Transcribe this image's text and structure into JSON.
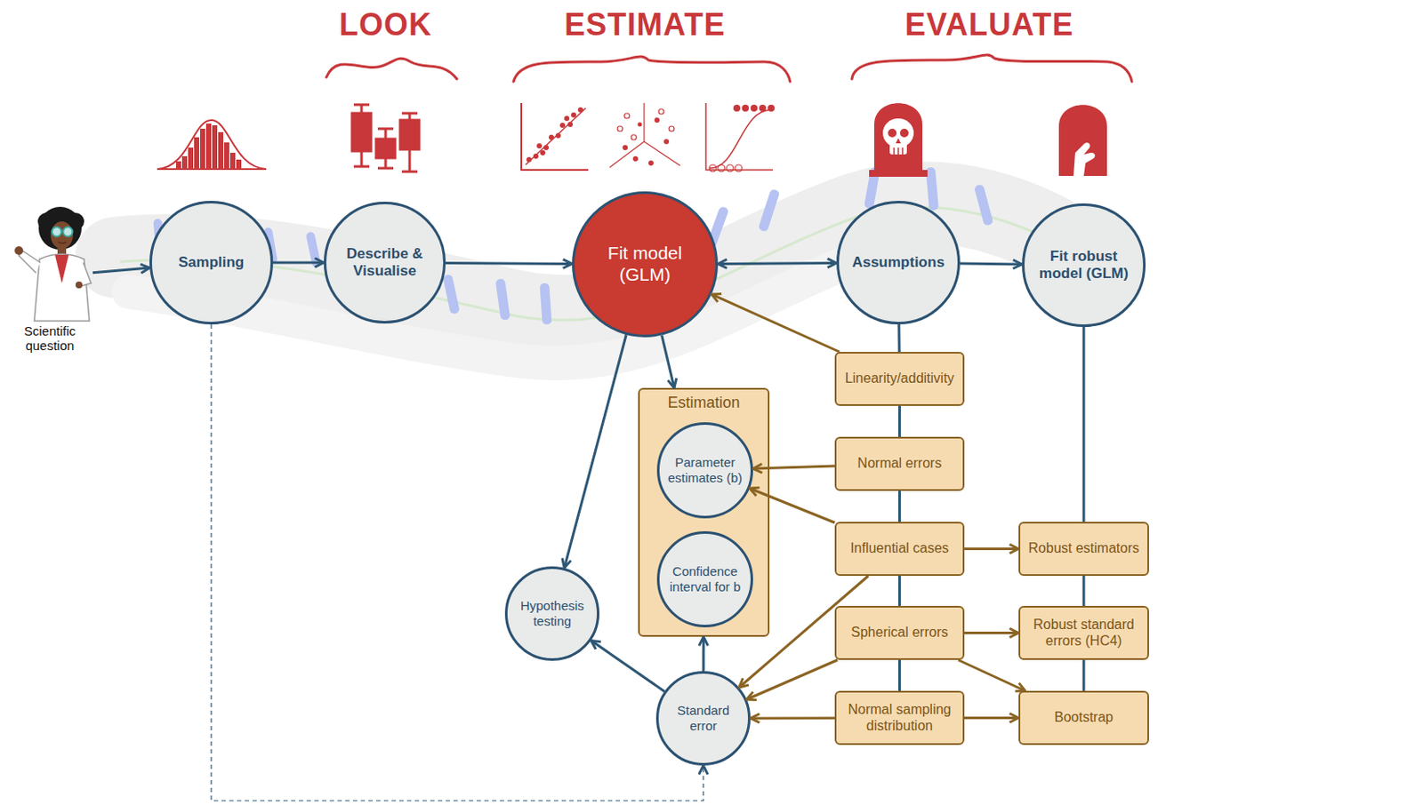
{
  "diagram": {
    "nodes": [
      {
        "text": [
          "Scientific question"
        ]
      },
      {
        "text": [
          "Sampling"
        ]
      },
      {
        "text": [
          "Describe & Visualise"
        ]
      },
      {
        "text": [
          "Fit model (GLM)"
        ]
      },
      {
        "text": [
          "Assumptions"
        ]
      },
      {
        "text": [
          "Fit robust model (GLM)"
        ]
      },
      {
        "text": [
          "Linearity/additivity"
        ]
      },
      {
        "text": [
          "Estimation"
        ]
      },
      {
        "text": [
          "Parameter estimates (b)"
        ],
        "in": 7
      },
      {
        "text": [
          "Normal errors"
        ]
      },
      {
        "text": [
          "Influential cases"
        ]
      },
      {
        "text": [
          "Robust estimators"
        ]
      },
      {
        "text": [
          "Confidence interval for b"
        ],
        "in": 7
      },
      {
        "text": [
          "Hypothesis testing"
        ]
      },
      {
        "text": [
          "Spherical errors"
        ]
      },
      {
        "text": [
          "Robust standard errors (HC4)"
        ]
      },
      {
        "text": [
          "Standard error"
        ]
      },
      {
        "text": [
          "Normal sampling distribution"
        ]
      },
      {
        "text": [
          "Bootstrap"
        ]
      }
    ],
    "edges": [
      {
        "from": 0,
        "to": 1,
        "arrow": "to"
      },
      {
        "from": 1,
        "to": 2,
        "arrow": "to"
      },
      {
        "from": 2,
        "to": 3,
        "arrow": "to"
      },
      {
        "from": 3,
        "to": 4,
        "arrow": "both"
      },
      {
        "from": 4,
        "to": 5,
        "arrow": "to"
      },
      {
        "from": 4,
        "to": 6,
        "arrow": "none"
      },
      {
        "from": 6,
        "to": 9,
        "arrow": "none"
      },
      {
        "from": 9,
        "to": 10,
        "arrow": "none"
      },
      {
        "from": 10,
        "to": 14,
        "arrow": "none"
      },
      {
        "from": 14,
        "to": 17,
        "arrow": "none"
      },
      {
        "from": 5,
        "to": 11,
        "arrow": "none"
      },
      {
        "from": 11,
        "to": 15,
        "arrow": "none"
      },
      {
        "from": 15,
        "to": 18,
        "arrow": "none"
      },
      {
        "from": 3,
        "to": 7,
        "arrow": "to"
      },
      {
        "from": 3,
        "to": 13,
        "arrow": "to"
      },
      {
        "from": 6,
        "to": 3,
        "arrow": "to"
      },
      {
        "from": 9,
        "to": 8,
        "arrow": "to"
      },
      {
        "from": 10,
        "to": 8,
        "arrow": "to"
      },
      {
        "from": 10,
        "to": 11,
        "arrow": "to"
      },
      {
        "from": 10,
        "to": 16,
        "arrow": "to"
      },
      {
        "from": 14,
        "to": 15,
        "arrow": "to"
      },
      {
        "from": 14,
        "to": 16,
        "arrow": "to"
      },
      {
        "from": 14,
        "to": 18,
        "arrow": "to"
      },
      {
        "from": 17,
        "to": 16,
        "arrow": "to"
      },
      {
        "from": 17,
        "to": 18,
        "arrow": "to"
      },
      {
        "from": 16,
        "to": 13,
        "arrow": "to"
      },
      {
        "from": 16,
        "to": 7,
        "arrow": "to"
      },
      {
        "from": 1,
        "to": 16,
        "arrow": "to"
      }
    ],
    "labels": [
      "LOOK",
      "ESTIMATE",
      "EVALUATE"
    ]
  }
}
